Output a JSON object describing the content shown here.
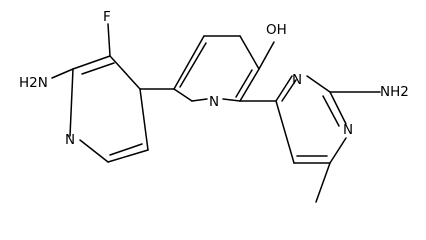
{
  "structure": {
    "atoms": {
      "oh": "OH",
      "n_py_central": "N",
      "n_pyr_top": "N",
      "n_pyr_bottom": "N",
      "nh2_pyrimidine": "NH2",
      "nh2_pyridine": "H2N",
      "f": "F",
      "n_py_left": "N"
    }
  }
}
